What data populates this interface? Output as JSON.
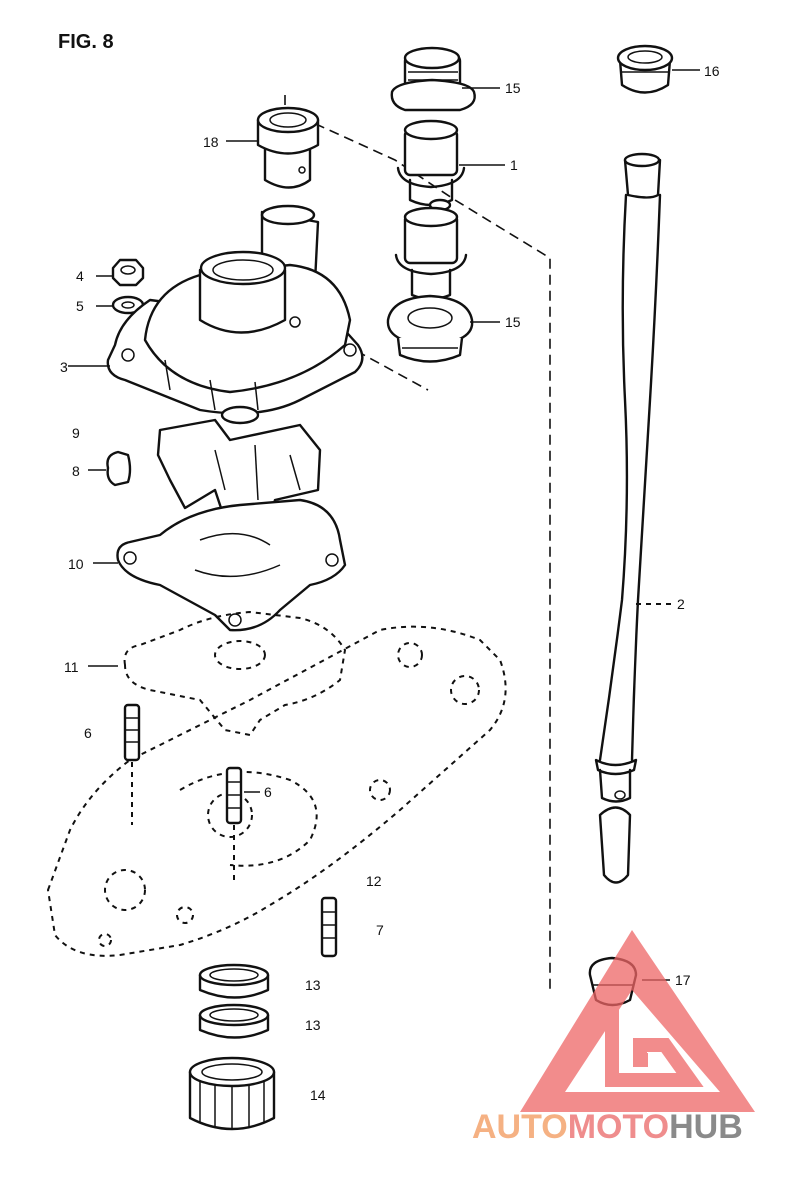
{
  "figure": {
    "title": "FIG. 8"
  },
  "callouts": [
    {
      "id": "c15a",
      "label": "15"
    },
    {
      "id": "c16",
      "label": "16"
    },
    {
      "id": "c18",
      "label": "18"
    },
    {
      "id": "c1",
      "label": "1"
    },
    {
      "id": "c4",
      "label": "4"
    },
    {
      "id": "c5",
      "label": "5"
    },
    {
      "id": "c15b",
      "label": "15"
    },
    {
      "id": "c3",
      "label": "3"
    },
    {
      "id": "c9",
      "label": "9"
    },
    {
      "id": "c8",
      "label": "8"
    },
    {
      "id": "c10",
      "label": "10"
    },
    {
      "id": "c2",
      "label": "2"
    },
    {
      "id": "c11",
      "label": "11"
    },
    {
      "id": "c6a",
      "label": "6"
    },
    {
      "id": "c6b",
      "label": "6"
    },
    {
      "id": "c12",
      "label": "12"
    },
    {
      "id": "c7",
      "label": "7"
    },
    {
      "id": "c17",
      "label": "17"
    },
    {
      "id": "c13a",
      "label": "13"
    },
    {
      "id": "c13b",
      "label": "13"
    },
    {
      "id": "c14",
      "label": "14"
    }
  ],
  "watermark": {
    "part1": "AUTO",
    "part2": "MOTO",
    "part3": "HUB",
    "color1": "#f5b183",
    "color2": "#ef8d8d",
    "color3": "#8a8a8a",
    "logo_color": "#ee6666"
  }
}
